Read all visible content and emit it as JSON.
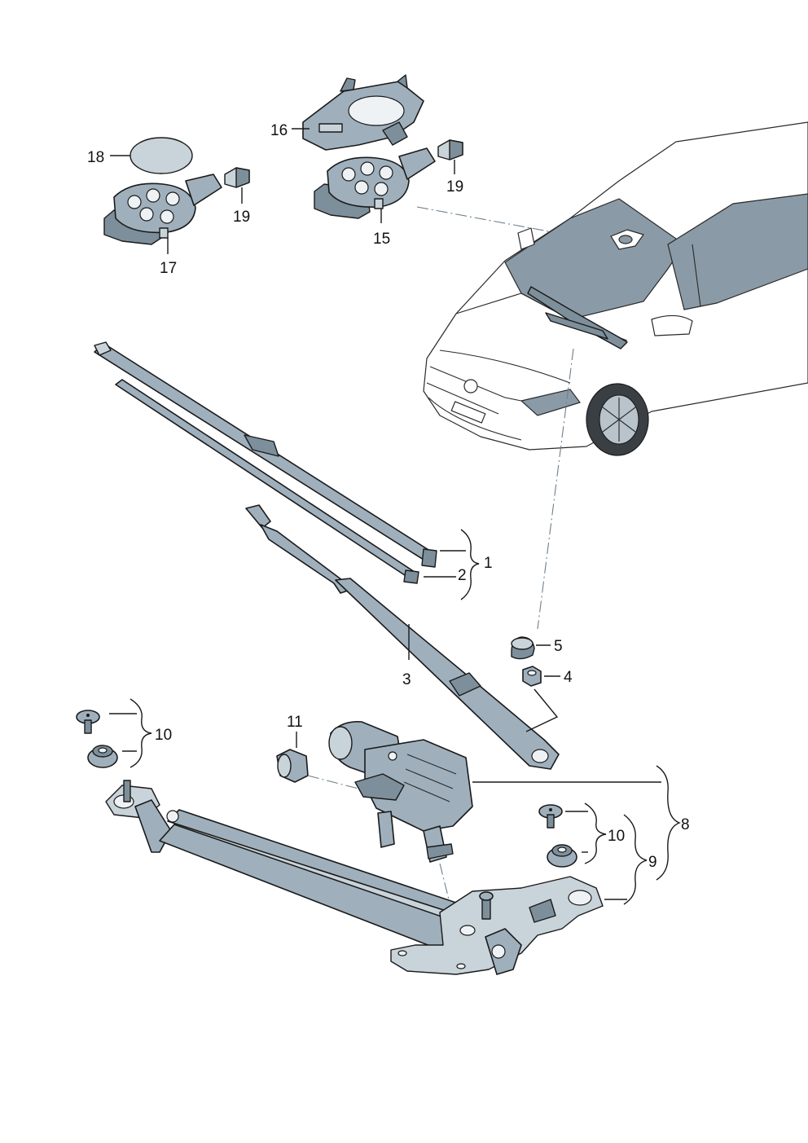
{
  "callouts": {
    "c1": "1",
    "c2": "2",
    "c3": "3",
    "c4": "4",
    "c5": "5",
    "c8": "8",
    "c9": "9",
    "c10a": "10",
    "c10b": "10",
    "c11": "11",
    "c15": "15",
    "c16": "16",
    "c17": "17",
    "c18": "18",
    "c19a": "19",
    "c19b": "19"
  },
  "colors": {
    "part": "#9fb0bc",
    "part_light": "#c9d3da",
    "part_dark": "#7d8f9b",
    "line": "#1a1a1a"
  }
}
